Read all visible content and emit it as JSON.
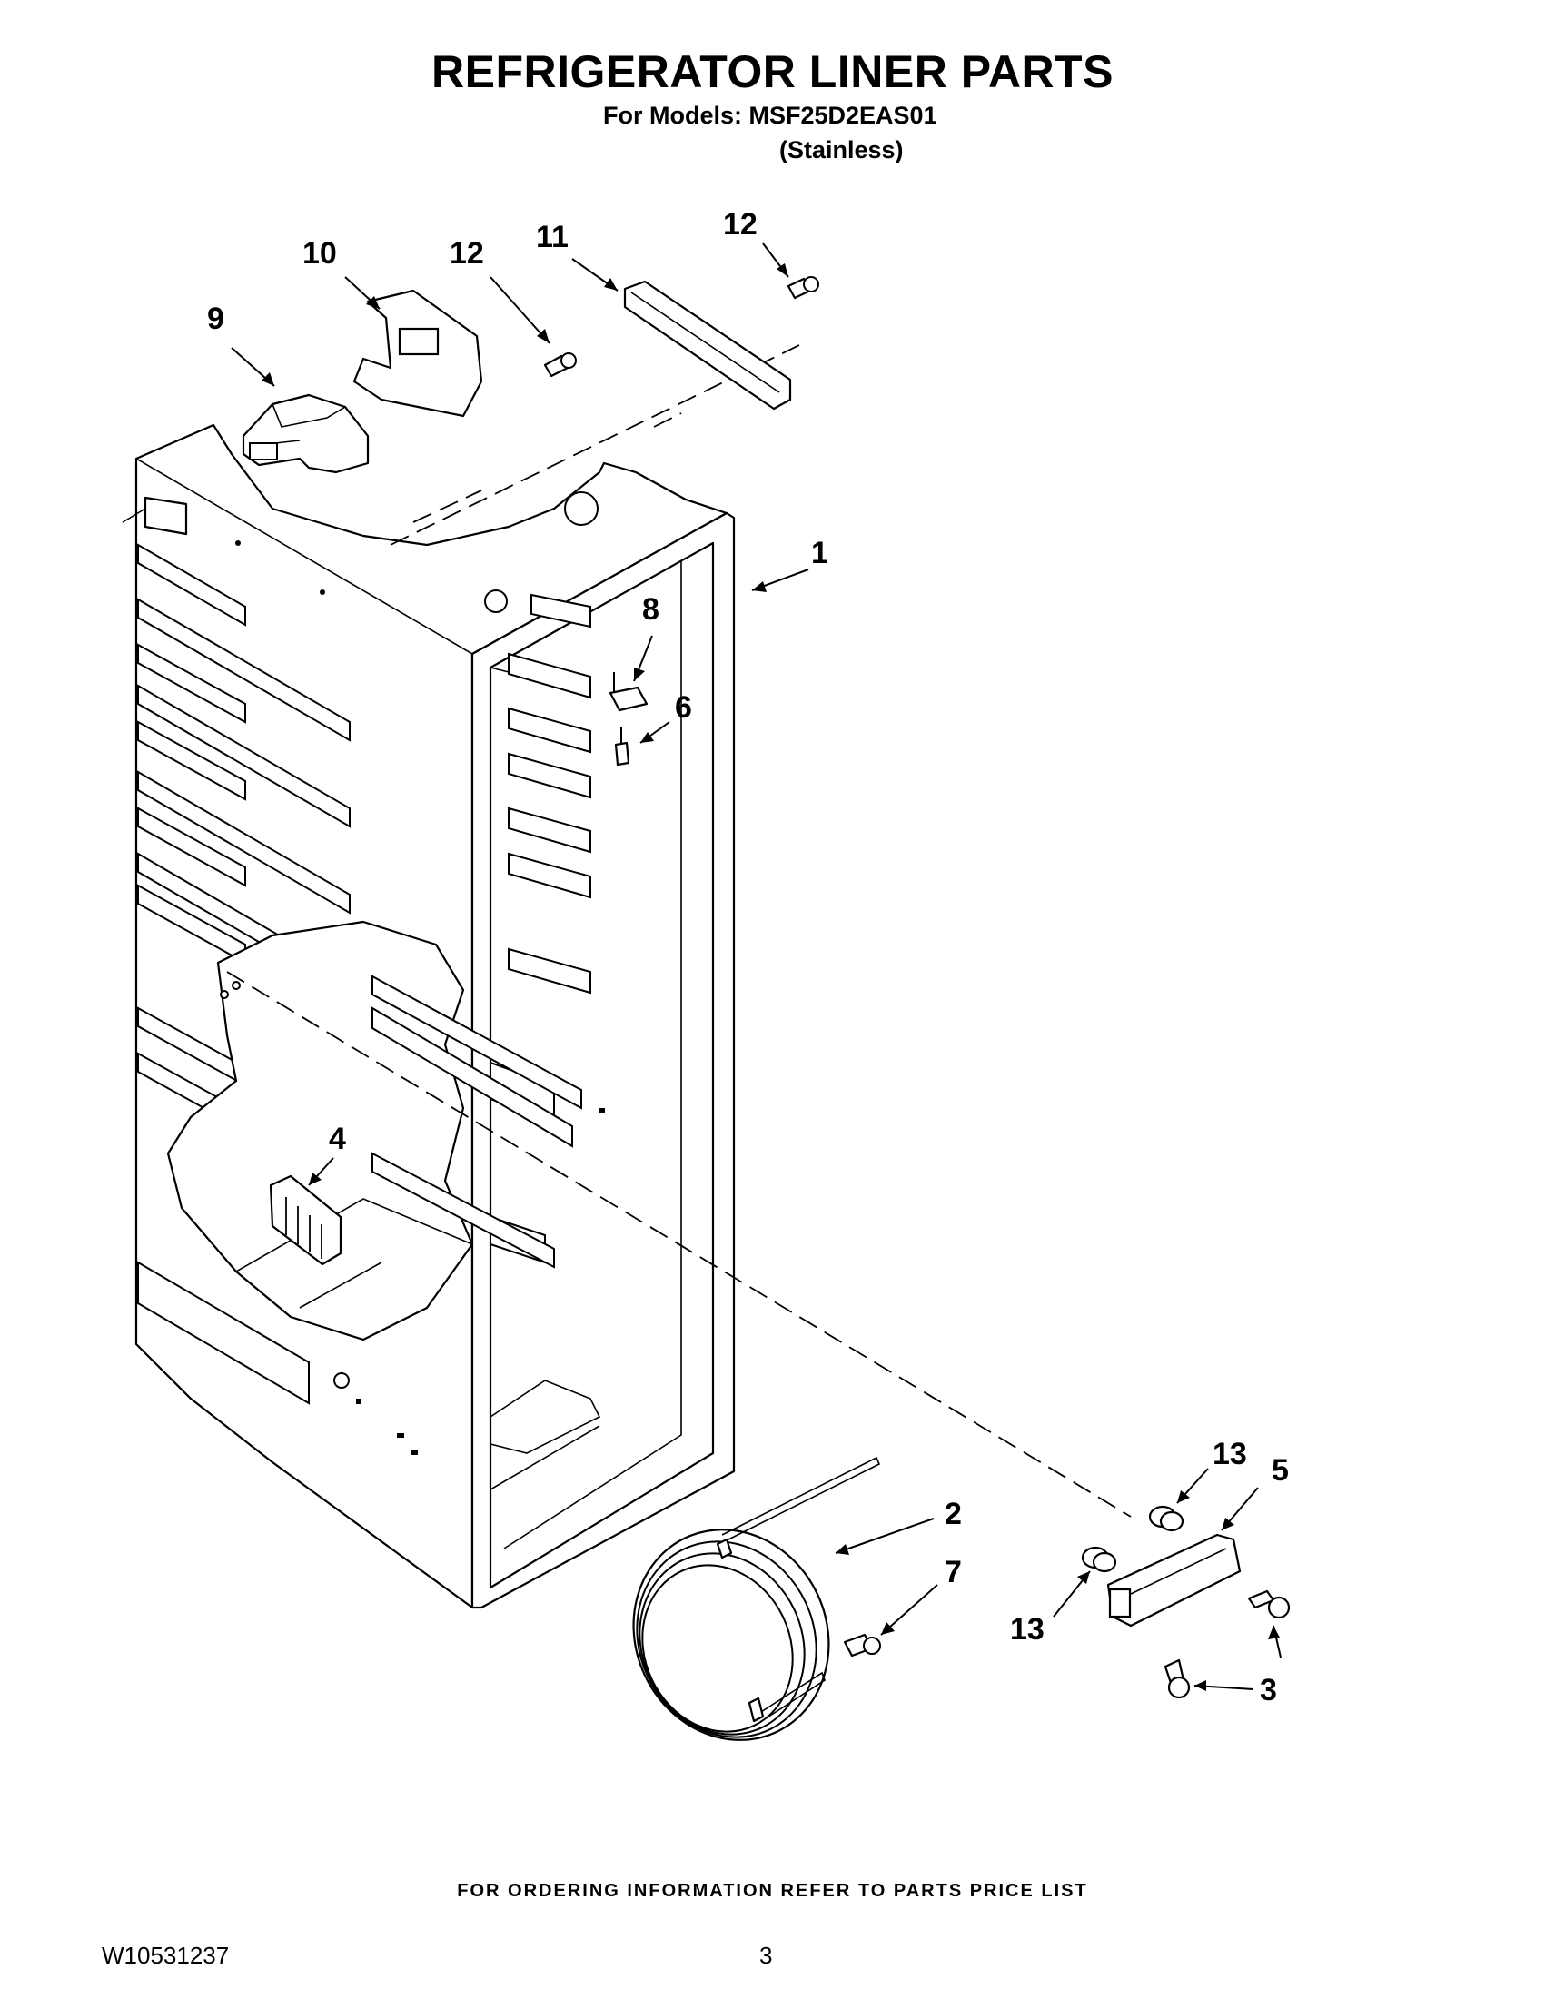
{
  "page": {
    "title": "REFRIGERATOR LINER PARTS",
    "models_line": "For Models: MSF25D2EAS01",
    "variant_line": "(Stainless)",
    "footer_note": "FOR ORDERING INFORMATION REFER TO PARTS PRICE LIST",
    "doc_number": "W10531237",
    "page_number": "3"
  },
  "callouts": [
    {
      "id": "callout-10",
      "label": "10"
    },
    {
      "id": "callout-12a",
      "label": "12"
    },
    {
      "id": "callout-11",
      "label": "11"
    },
    {
      "id": "callout-12b",
      "label": "12"
    },
    {
      "id": "callout-9",
      "label": "9"
    },
    {
      "id": "callout-1",
      "label": "1"
    },
    {
      "id": "callout-8",
      "label": "8"
    },
    {
      "id": "callout-6",
      "label": "6"
    },
    {
      "id": "callout-4",
      "label": "4"
    },
    {
      "id": "callout-13a",
      "label": "13"
    },
    {
      "id": "callout-5",
      "label": "5"
    },
    {
      "id": "callout-2",
      "label": "2"
    },
    {
      "id": "callout-7",
      "label": "7"
    },
    {
      "id": "callout-13b",
      "label": "13"
    },
    {
      "id": "callout-3",
      "label": "3"
    }
  ]
}
